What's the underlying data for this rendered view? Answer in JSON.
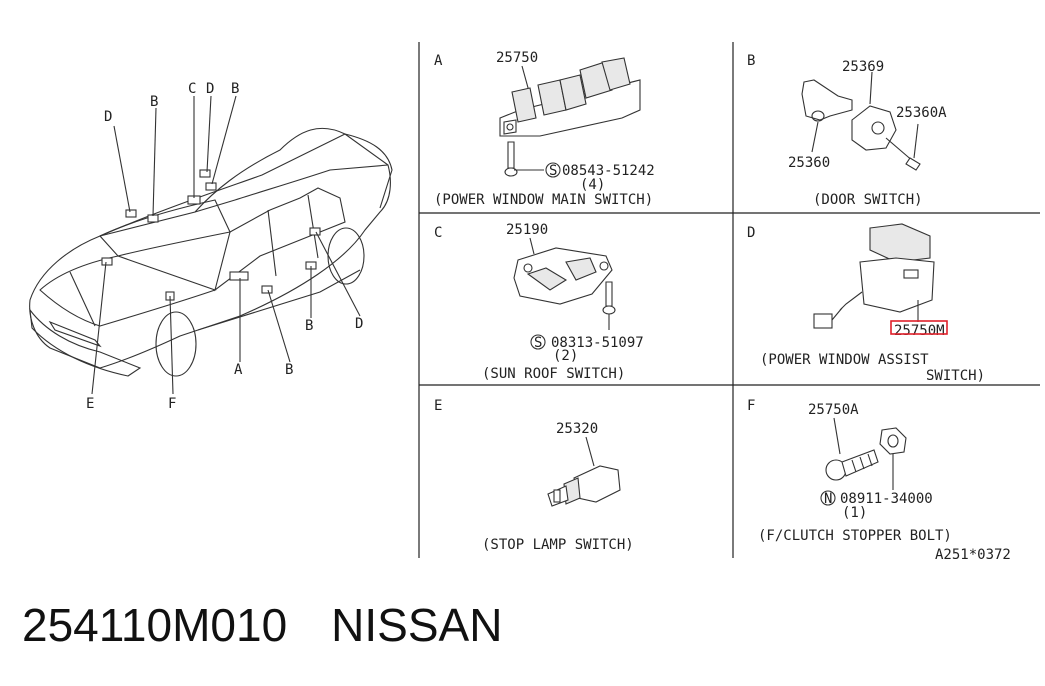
{
  "car_view": {
    "callouts": {
      "d_left": "D",
      "b_mid": "B",
      "c_top": "C",
      "d_top": "D",
      "b_top": "B",
      "e": "E",
      "f": "F",
      "a": "A",
      "b_bottom": "B",
      "b_right": "B",
      "d_right": "D"
    }
  },
  "panels": {
    "A": {
      "letter": "A",
      "part_no": "25750",
      "screw": "08543-51242",
      "screw_symbol": "S",
      "qty": "(4)",
      "caption": "(POWER WINDOW MAIN SWITCH)"
    },
    "B": {
      "letter": "B",
      "part_top": "25369",
      "part_right": "25360A",
      "part_left": "25360",
      "caption": "(DOOR SWITCH)"
    },
    "C": {
      "letter": "C",
      "part_no": "25190",
      "screw": "08313-51097",
      "screw_symbol": "S",
      "qty": "(2)",
      "caption": "(SUN ROOF SWITCH)"
    },
    "D": {
      "letter": "D",
      "part_no": "25750M",
      "caption_line1": "(POWER WINDOW ASSIST",
      "caption_line2": "SWITCH)"
    },
    "E": {
      "letter": "E",
      "part_no": "25320",
      "caption": "(STOP LAMP SWITCH)"
    },
    "F": {
      "letter": "F",
      "part_no": "25750A",
      "nut": "08911-34000",
      "nut_symbol": "N",
      "qty": "(1)",
      "caption": "(F/CLUTCH STOPPER BOLT)"
    }
  },
  "drawing_ref": "A251*0372",
  "footer": {
    "part_number": "254110M010",
    "brand": "NISSAN"
  },
  "colors": {
    "highlight": "#e0202a",
    "ink": "#222222"
  }
}
